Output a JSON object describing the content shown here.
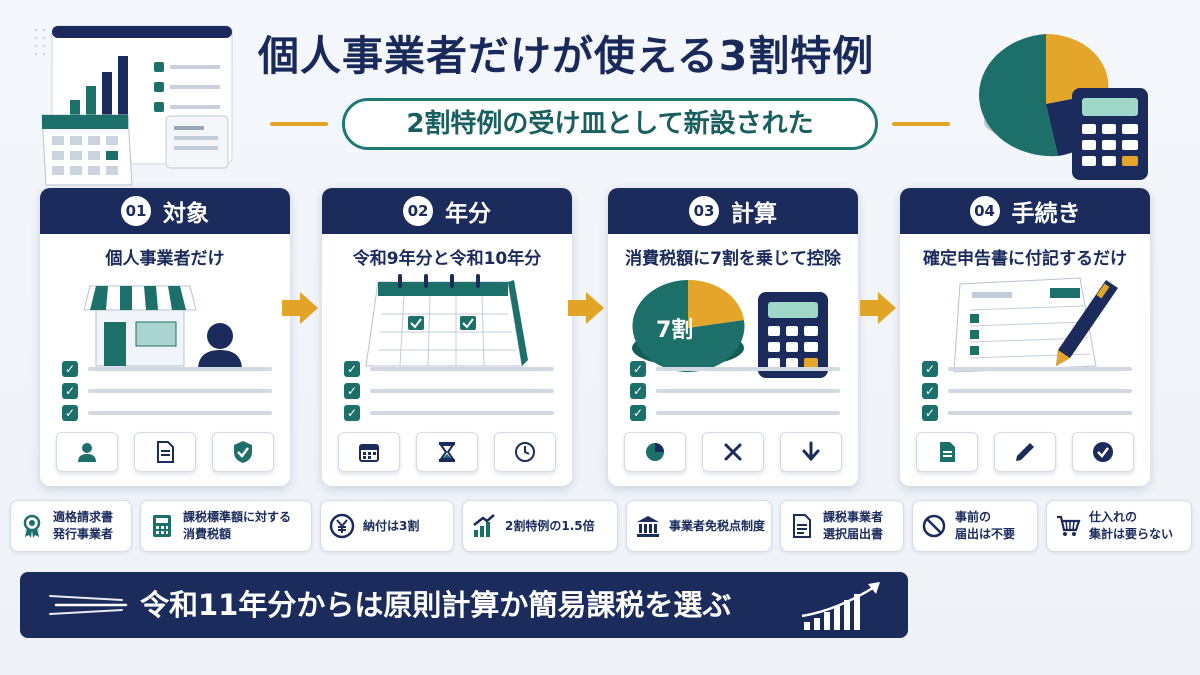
{
  "header": {
    "title": "個人事業者だけが使える3割特例",
    "subtitle": "2割特例の受け皿として新設された"
  },
  "cards": [
    {
      "num": "01",
      "title": "対象",
      "subtitle": "個人事業者だけ"
    },
    {
      "num": "02",
      "title": "年分",
      "subtitle": "令和9年分と令和10年分"
    },
    {
      "num": "03",
      "title": "計算",
      "subtitle": "消費税額に7割を乗じて控除",
      "pie_label": "7割"
    },
    {
      "num": "04",
      "title": "手続き",
      "subtitle": "確定申告書に付記するだけ"
    }
  ],
  "items": [
    {
      "icon": "award-ribbon-icon",
      "line1": "適格請求書",
      "line2": "発行事業者"
    },
    {
      "icon": "calculator-icon",
      "line1": "課税標準額に対する",
      "line2": "消費税額"
    },
    {
      "icon": "yen-coin-icon",
      "line1": "納付は3割",
      "line2": ""
    },
    {
      "icon": "growth-chart-icon",
      "line1": "2割特例の1.5倍",
      "line2": ""
    },
    {
      "icon": "bank-building-icon",
      "line1": "事業者免税点制度",
      "line2": ""
    },
    {
      "icon": "document-icon",
      "line1": "課税事業者",
      "line2": "選択届出書"
    },
    {
      "icon": "prohibited-icon",
      "line1": "事前の",
      "line2": "届出は不要"
    },
    {
      "icon": "shopping-cart-icon",
      "line1": "仕入れの",
      "line2": "集計は要らない"
    }
  ],
  "banner": {
    "text": "令和11年分からは原則計算か簡易課税を選ぶ"
  },
  "colors": {
    "navy": "#1a2b5c",
    "teal": "#1d6f69",
    "gold": "#e1a426",
    "card_bg": "#ffffff"
  }
}
